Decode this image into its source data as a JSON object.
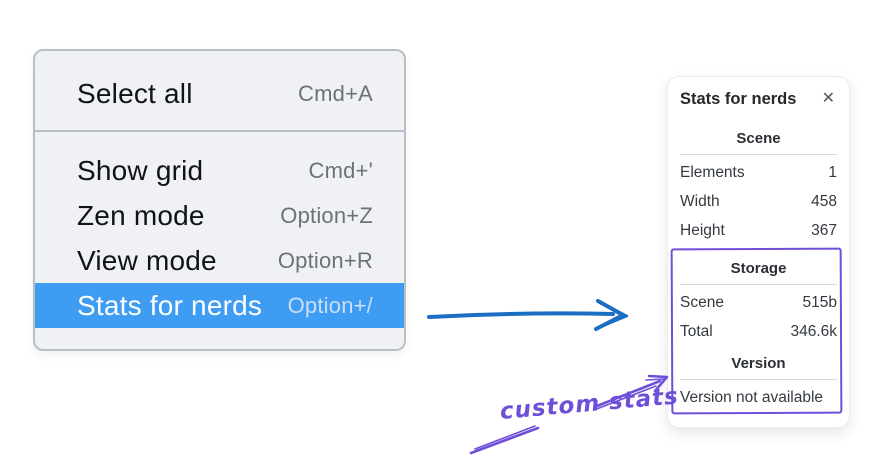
{
  "colors": {
    "highlight_blue": "#3e9cf2",
    "arrow_blue": "#1b6ec2",
    "annotation_purple": "#6f4fd8",
    "shortcut_gray": "#6d7278"
  },
  "context_menu": {
    "top": [
      {
        "label": "Select all",
        "shortcut": "Cmd+A"
      }
    ],
    "bottom": [
      {
        "label": "Show grid",
        "shortcut": "Cmd+'"
      },
      {
        "label": "Zen mode",
        "shortcut": "Option+Z"
      },
      {
        "label": "View mode",
        "shortcut": "Option+R"
      },
      {
        "label": "Stats for nerds",
        "shortcut": "Option+/",
        "highlighted": true
      }
    ]
  },
  "stats_panel": {
    "title": "Stats for nerds",
    "close_icon": "✕",
    "scene": {
      "heading": "Scene",
      "rows": [
        {
          "label": "Elements",
          "value": "1"
        },
        {
          "label": "Width",
          "value": "458"
        },
        {
          "label": "Height",
          "value": "367"
        }
      ]
    },
    "storage": {
      "heading": "Storage",
      "rows": [
        {
          "label": "Scene",
          "value": "515b"
        },
        {
          "label": "Total",
          "value": "346.6k"
        }
      ]
    },
    "version": {
      "heading": "Version",
      "note": "Version not available"
    }
  },
  "annotation": {
    "label": "custom stats"
  }
}
